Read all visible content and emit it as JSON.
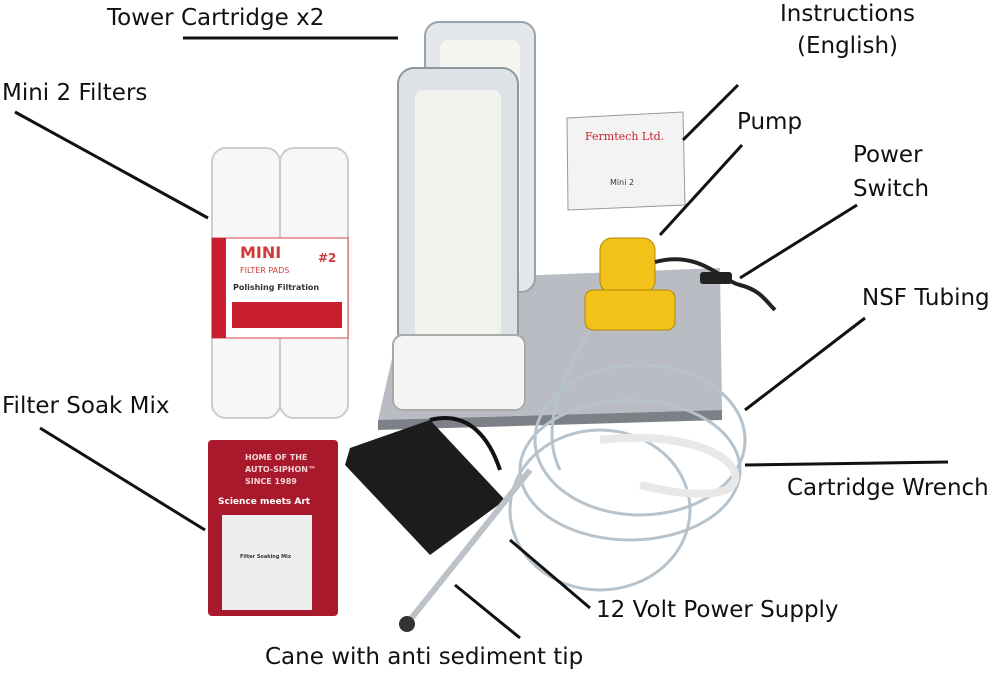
{
  "labels": {
    "tower_cartridge": "Tower Cartridge x2",
    "instructions_line1": "Instructions",
    "instructions_line2": "(English)",
    "pump": "Pump",
    "power_switch_line1": "Power",
    "power_switch_line2": "Switch",
    "mini_filters": "Mini 2 Filters",
    "nsf_tubing": "NSF Tubing",
    "filter_soak_mix": "Filter Soak Mix",
    "cartridge_wrench": "Cartridge Wrench",
    "power_supply": "12 Volt Power Supply",
    "cane": "Cane with anti sediment tip"
  },
  "product_print": {
    "filter_title": "MINI",
    "filter_sub": "FILTER PADS",
    "filter_num": "#2",
    "filter_desc": "Polishing Filtration",
    "brand": "Fermtech Ltd.",
    "bag_slogan1": "HOME OF THE",
    "bag_slogan2": "AUTO-SIPHON™",
    "bag_slogan3": "SINCE 1989",
    "bag_logo": "Science meets Art",
    "bag_label": "Filter Soaking Mix",
    "manual_title": "Mini 2"
  },
  "colors": {
    "brand_red": "#c8202f",
    "pump_yellow": "#f2c21a",
    "line": "#111111"
  }
}
